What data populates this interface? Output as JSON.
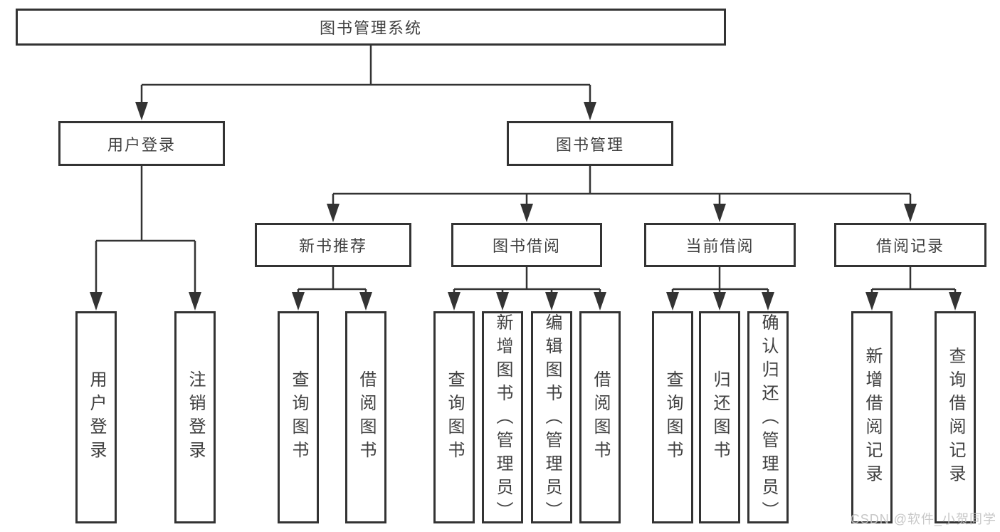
{
  "diagram_title": "图书管理系统",
  "tree": {
    "root": {
      "label": "图书管理系统",
      "children": [
        {
          "label": "用户登录",
          "children": [
            {
              "label": "用户登录"
            },
            {
              "label": "注销登录"
            }
          ]
        },
        {
          "label": "图书管理",
          "children": [
            {
              "label": "新书推荐",
              "children": [
                {
                  "label": "查询图书"
                },
                {
                  "label": "借阅图书"
                }
              ]
            },
            {
              "label": "图书借阅",
              "children": [
                {
                  "label": "查询图书"
                },
                {
                  "label": "新增图书（管理员）"
                },
                {
                  "label": "编辑图书（管理员）"
                },
                {
                  "label": "借阅图书"
                }
              ]
            },
            {
              "label": "当前借阅",
              "children": [
                {
                  "label": "查询图书"
                },
                {
                  "label": "归还图书"
                },
                {
                  "label": "确认归还（管理员）"
                }
              ]
            },
            {
              "label": "借阅记录",
              "children": [
                {
                  "label": "新增借阅记录"
                },
                {
                  "label": "查询借阅记录"
                }
              ]
            }
          ]
        }
      ]
    }
  },
  "watermark": {
    "text": "CSDN @软件_小贺同学"
  },
  "colors": {
    "line": "#333333",
    "box_border": "#333333",
    "text": "#404040",
    "background": "#ffffff",
    "watermark": "#c2c2c2"
  }
}
